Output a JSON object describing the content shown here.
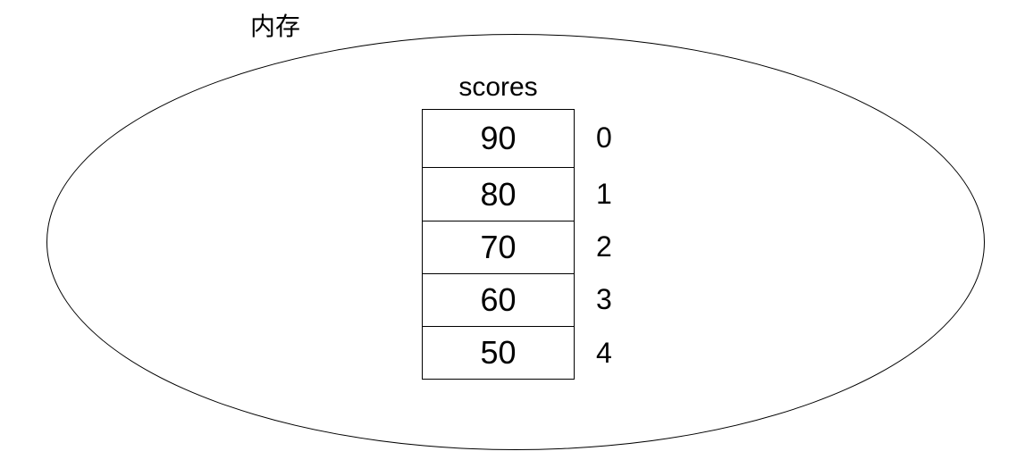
{
  "diagram": {
    "memory_label": "内存",
    "array_name": "scores",
    "cells": [
      {
        "value": "90",
        "index": "0"
      },
      {
        "value": "80",
        "index": "1"
      },
      {
        "value": "70",
        "index": "2"
      },
      {
        "value": "60",
        "index": "3"
      },
      {
        "value": "50",
        "index": "4"
      }
    ]
  },
  "colors": {
    "background": "#ffffff",
    "line": "#000000",
    "text": "#000000"
  }
}
